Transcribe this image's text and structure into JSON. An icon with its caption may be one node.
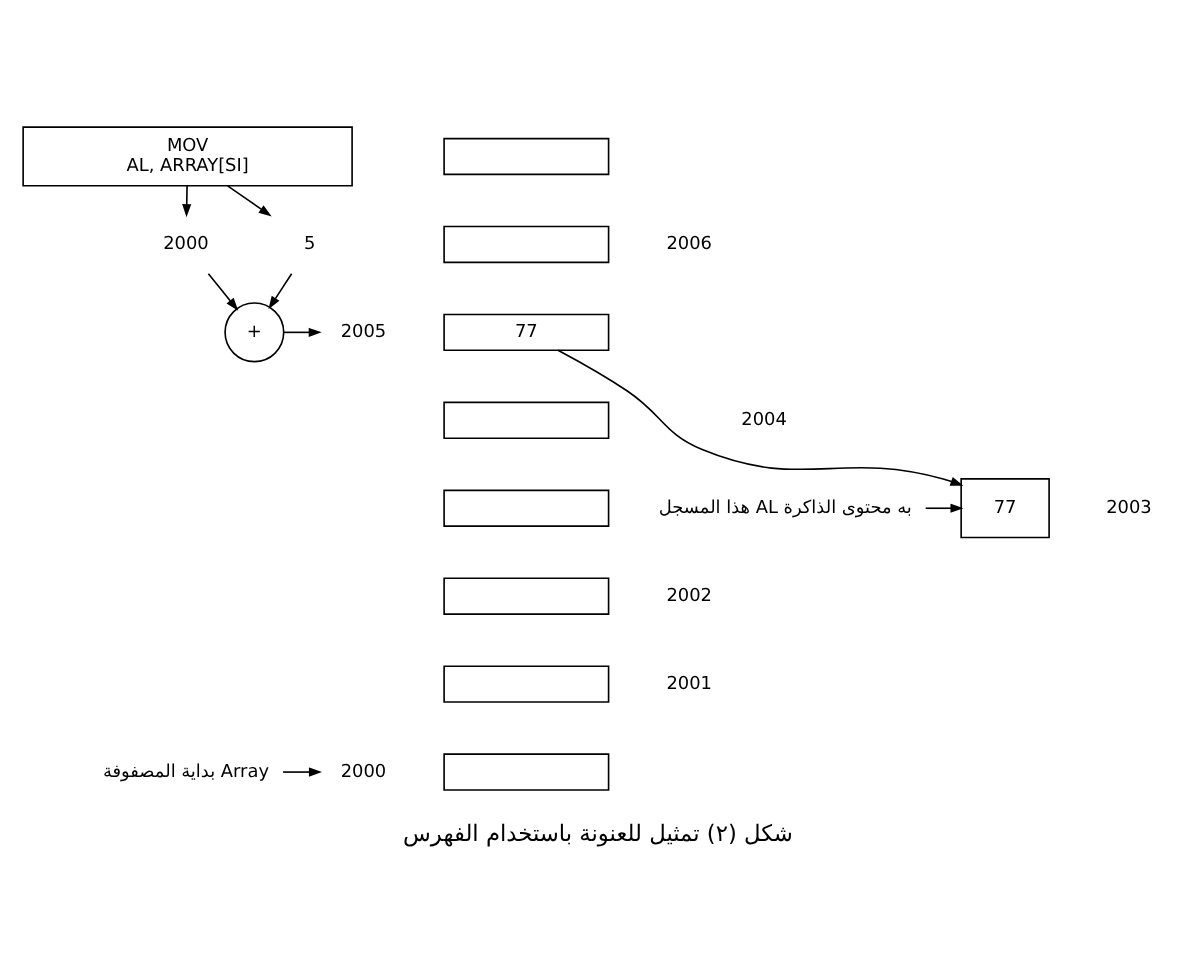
{
  "diagram": {
    "caption": "شكل (٢) تمثيل للعنونة باستخدام الفهرس",
    "nodes": [
      {
        "text": [
          "MOV",
          "AL, ARRAY[SI]"
        ]
      },
      {
        "text": [
          "2000"
        ]
      },
      {
        "text": [
          "5"
        ]
      },
      {
        "text": [
          "+"
        ]
      },
      {
        "text": [
          "2005"
        ]
      },
      {
        "text": [
          "2000"
        ]
      },
      {
        "text": [
          "77"
        ]
      },
      {
        "text": [
          "هذا المسجل AL به محتوى الذاكرة"
        ]
      },
      {
        "text": [
          "بداية المصفوفة Array"
        ]
      },
      {
        "text": [],
        "shape": "box"
      },
      {
        "text": [],
        "shape": "box"
      },
      {
        "text": [
          "77"
        ]
      },
      {
        "text": [],
        "shape": "box"
      },
      {
        "text": [],
        "shape": "box"
      },
      {
        "text": [],
        "shape": "box"
      },
      {
        "text": [],
        "shape": "box"
      },
      {
        "text": [],
        "shape": "box"
      }
    ],
    "edges": [
      {
        "from": 0,
        "to": 1,
        "arrow": "to"
      },
      {
        "from": 0,
        "to": 2,
        "arrow": "to"
      },
      {
        "from": 1,
        "to": 3,
        "arrow": "to"
      },
      {
        "from": 2,
        "to": 3,
        "arrow": "to"
      },
      {
        "from": 3,
        "to": 4,
        "arrow": "to"
      },
      {
        "from": 11,
        "to": 6,
        "arrow": "to"
      },
      {
        "from": 7,
        "to": 6,
        "arrow": "to"
      },
      {
        "from": 8,
        "to": 5,
        "arrow": "to"
      }
    ],
    "labels": [
      "2006",
      "2004",
      "2003",
      "2002",
      "2001"
    ]
  }
}
